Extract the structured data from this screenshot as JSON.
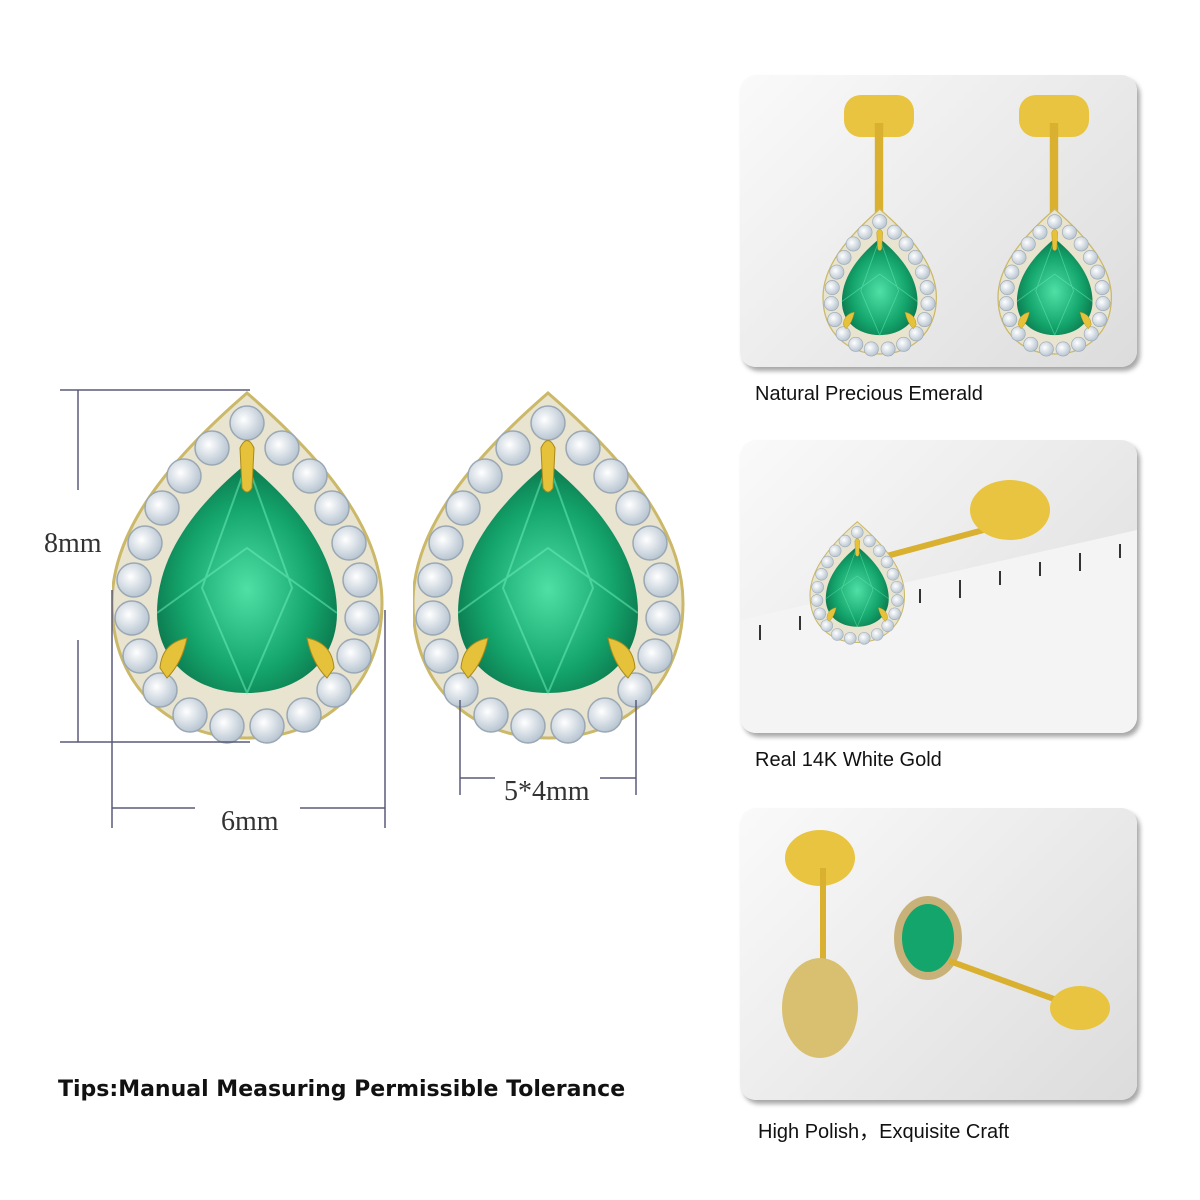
{
  "dimensions": {
    "height": "8mm",
    "width": "6mm",
    "stone": "5*4mm"
  },
  "panels": [
    {
      "caption": "Natural Precious Emerald"
    },
    {
      "caption": "Real 14K White Gold"
    },
    {
      "caption": "High Polish，Exquisite Craft"
    }
  ],
  "tip": "Tips:Manual Measuring Permissible Tolerance",
  "colors": {
    "emerald": "#1fa56e",
    "gold": "#e6c23a",
    "diamond": "#eef3f7"
  }
}
